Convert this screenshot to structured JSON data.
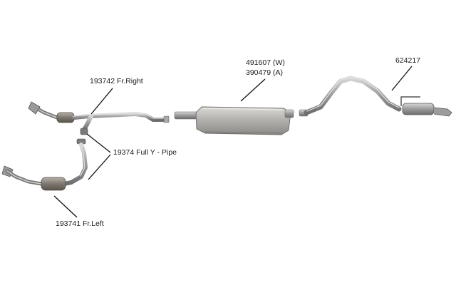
{
  "labels": {
    "fr_right": "193742 Fr.Right",
    "muffler_w": "491607 (W)",
    "muffler_a": "390479 (A)",
    "tailpipe": "624217",
    "y_pipe": "19374 Full Y - Pipe",
    "fr_left": "193741 Fr.Left"
  },
  "colors": {
    "pipe": "#8a8a8a",
    "pipe_highlight": "#c4c4c4",
    "muffler": "#b8b6b2",
    "leader": "#111111"
  }
}
